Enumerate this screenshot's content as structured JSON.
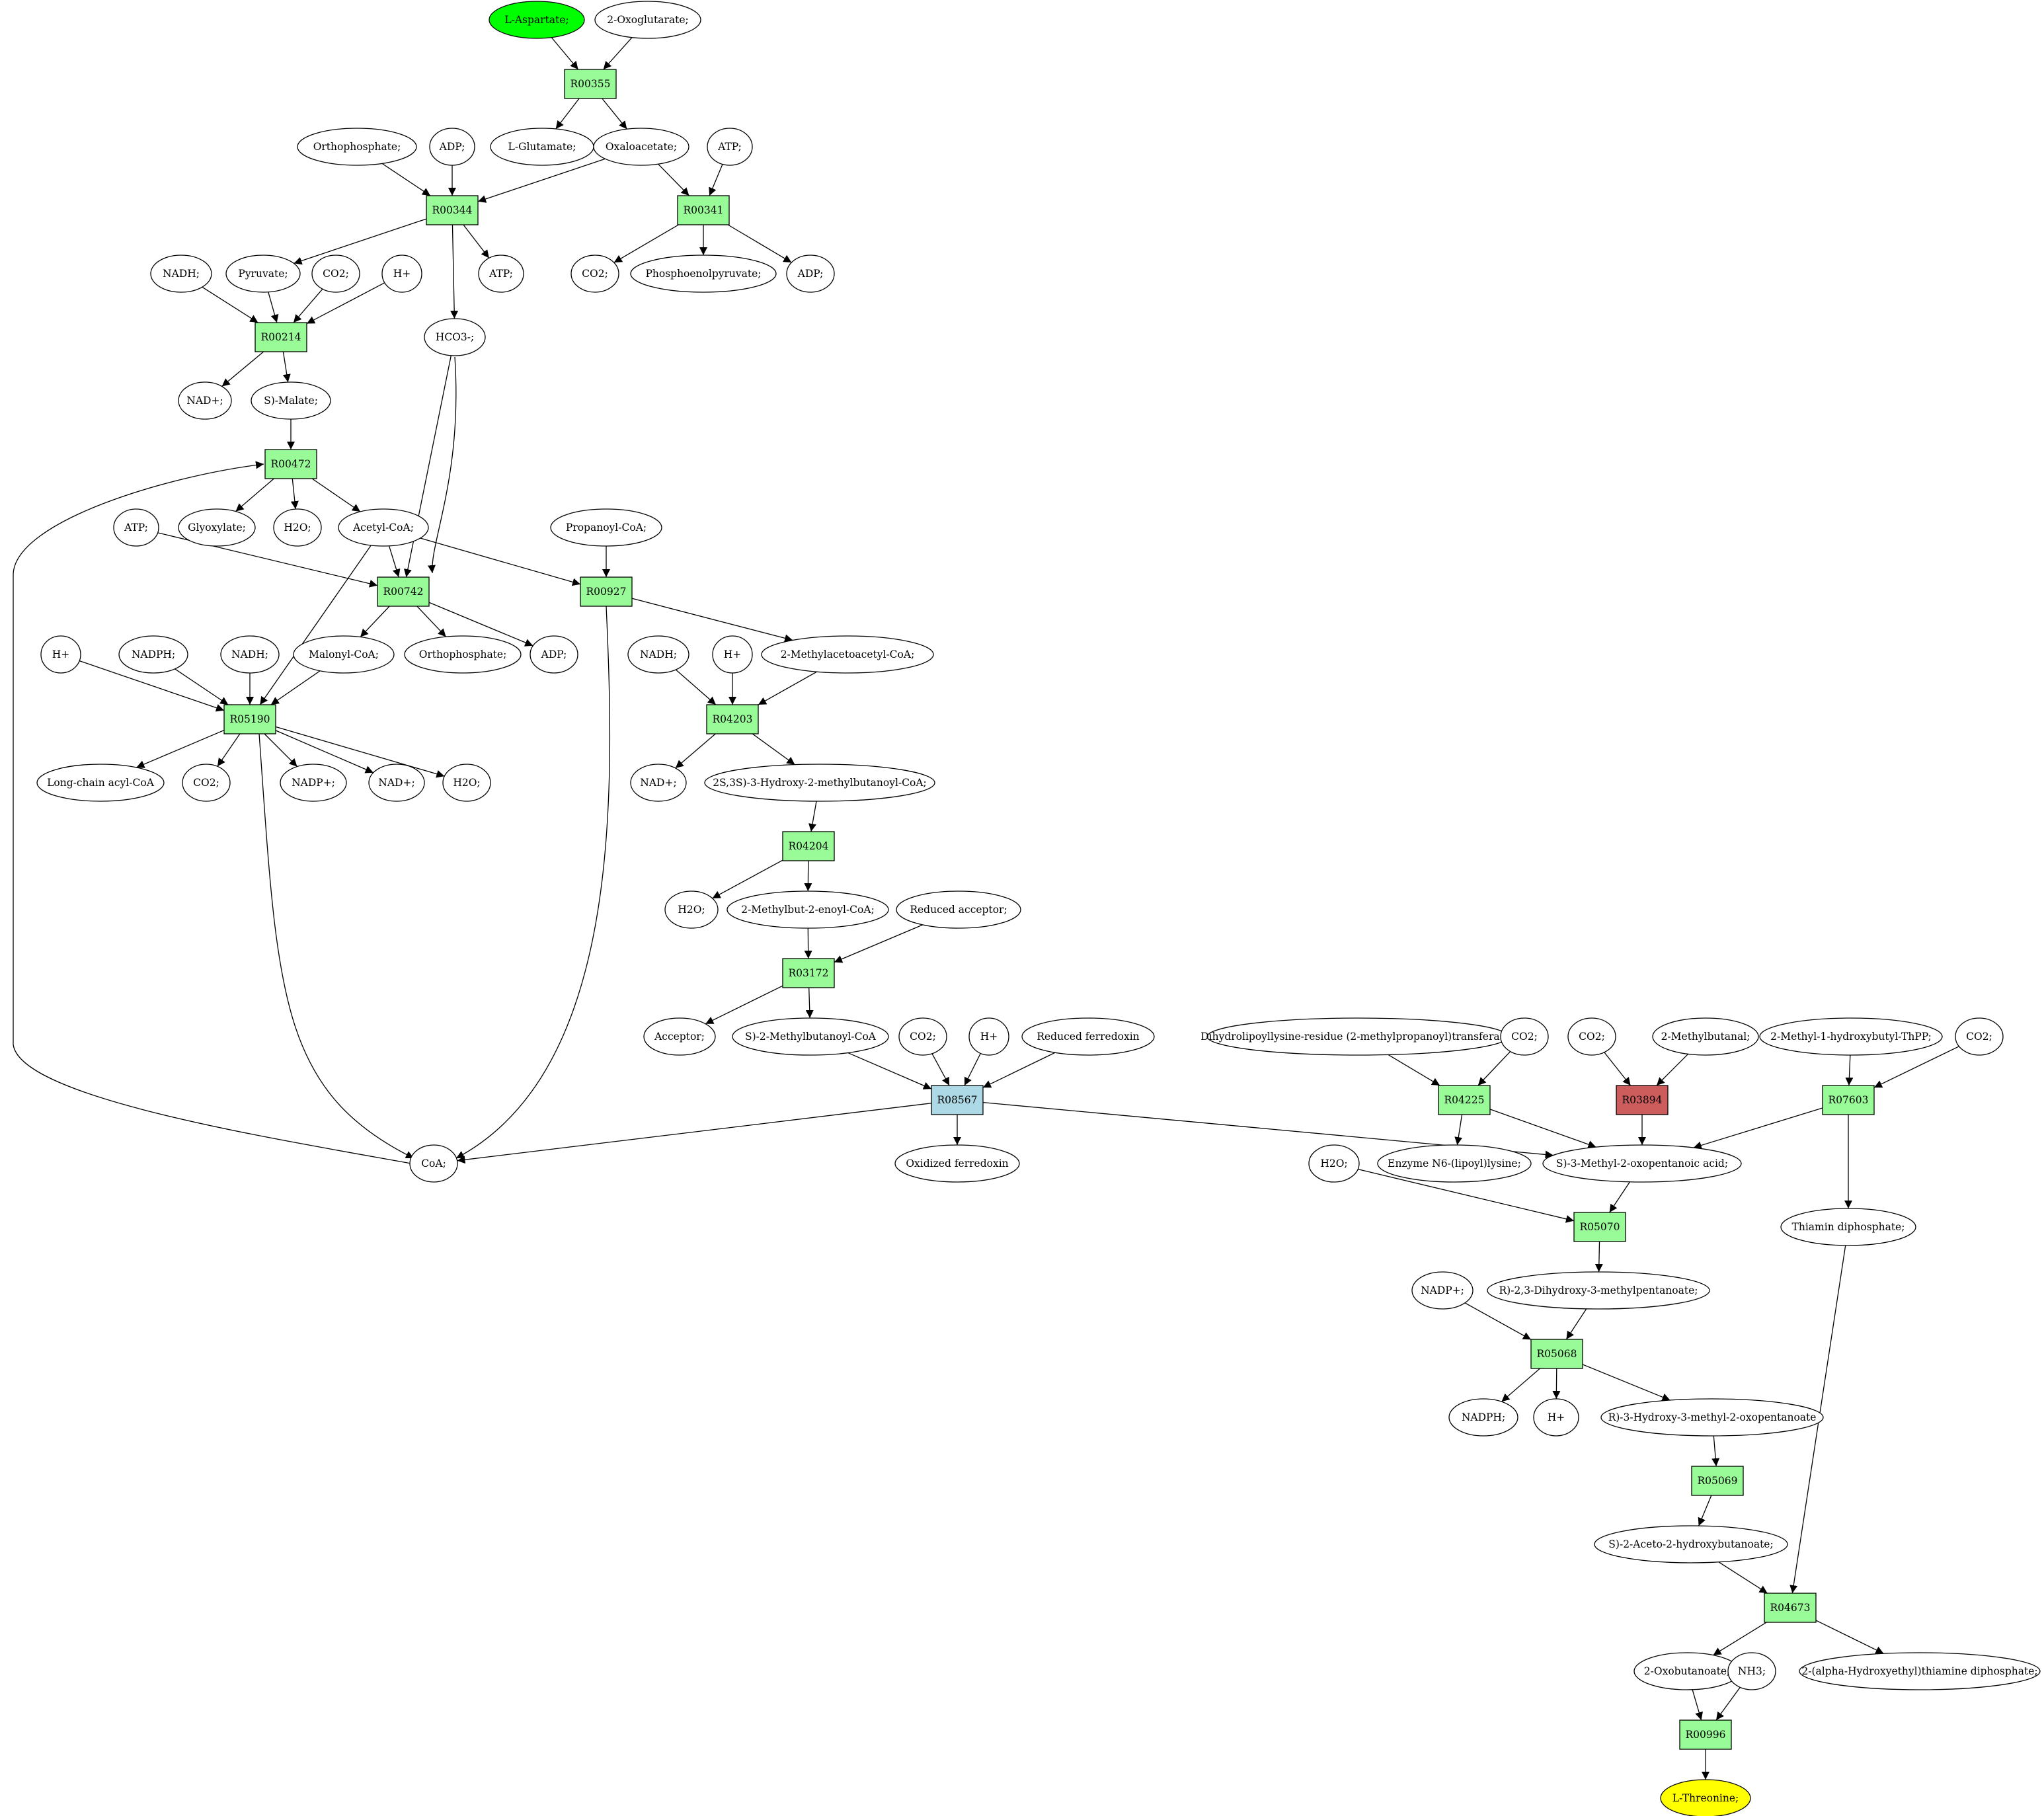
{
  "colors": {
    "reaction_default": "#98fb98",
    "reaction_blue": "#add8e6",
    "reaction_red": "#cd5c5c",
    "start_compound": "#00ff00",
    "end_compound": "#ffff00",
    "compound": "#ffffff",
    "stroke": "#000000"
  },
  "reactions": [
    {
      "id": "R00355",
      "label": "R00355"
    },
    {
      "id": "R00344",
      "label": "R00344"
    },
    {
      "id": "R00341",
      "label": "R00341"
    },
    {
      "id": "R00214",
      "label": "R00214"
    },
    {
      "id": "R00472",
      "label": "R00472"
    },
    {
      "id": "R00742",
      "label": "R00742"
    },
    {
      "id": "R00927",
      "label": "R00927"
    },
    {
      "id": "R05190",
      "label": "R05190"
    },
    {
      "id": "R04203",
      "label": "R04203"
    },
    {
      "id": "R04204",
      "label": "R04204"
    },
    {
      "id": "R03172",
      "label": "R03172"
    },
    {
      "id": "R08567",
      "label": "R08567",
      "color": "#add8e6"
    },
    {
      "id": "R04225",
      "label": "R04225"
    },
    {
      "id": "R03894",
      "label": "R03894",
      "color": "#cd5c5c"
    },
    {
      "id": "R07603",
      "label": "R07603"
    },
    {
      "id": "R05070",
      "label": "R05070"
    },
    {
      "id": "R05068",
      "label": "R05068"
    },
    {
      "id": "R05069",
      "label": "R05069"
    },
    {
      "id": "R04673",
      "label": "R04673"
    },
    {
      "id": "R00996",
      "label": "R00996"
    }
  ],
  "compounds": [
    {
      "id": "asp",
      "label": "L-Aspartate;",
      "color": "#00ff00"
    },
    {
      "id": "oxog",
      "label": "2-Oxoglutarate;"
    },
    {
      "id": "glu",
      "label": "L-Glutamate;"
    },
    {
      "id": "oaa",
      "label": "Oxaloacetate;"
    },
    {
      "id": "pi1",
      "label": "Orthophosphate;"
    },
    {
      "id": "adp1",
      "label": "ADP;"
    },
    {
      "id": "atp1",
      "label": "ATP;"
    },
    {
      "id": "atp2",
      "label": "ATP;"
    },
    {
      "id": "co2a",
      "label": "CO2;"
    },
    {
      "id": "pep",
      "label": "Phosphoenolpyruvate;"
    },
    {
      "id": "adp2",
      "label": "ADP;"
    },
    {
      "id": "nadh1",
      "label": "NADH;"
    },
    {
      "id": "pyr",
      "label": "Pyruvate;"
    },
    {
      "id": "co2b",
      "label": "CO2;"
    },
    {
      "id": "h1",
      "label": "H+"
    },
    {
      "id": "hco3",
      "label": "HCO3-;"
    },
    {
      "id": "nad1",
      "label": "NAD+;"
    },
    {
      "id": "mal",
      "label": "S)-Malate;"
    },
    {
      "id": "atp3",
      "label": "ATP;"
    },
    {
      "id": "glyox",
      "label": "Glyoxylate;"
    },
    {
      "id": "h2o1",
      "label": "H2O;"
    },
    {
      "id": "accoa",
      "label": "Acetyl-CoA;"
    },
    {
      "id": "propcoa",
      "label": "Propanoyl-CoA;"
    },
    {
      "id": "h2",
      "label": "H+"
    },
    {
      "id": "nadph1",
      "label": "NADPH;"
    },
    {
      "id": "nadh2",
      "label": "NADH;"
    },
    {
      "id": "malcoa",
      "label": "Malonyl-CoA;"
    },
    {
      "id": "pi2",
      "label": "Orthophosphate;"
    },
    {
      "id": "adp3",
      "label": "ADP;"
    },
    {
      "id": "nadh3",
      "label": "NADH;"
    },
    {
      "id": "h3",
      "label": "H+"
    },
    {
      "id": "macoa",
      "label": "2-Methylacetoacetyl-CoA;"
    },
    {
      "id": "lcacoa",
      "label": "Long-chain acyl-CoA"
    },
    {
      "id": "co2c",
      "label": "CO2;"
    },
    {
      "id": "nadp1",
      "label": "NADP+;"
    },
    {
      "id": "nad2",
      "label": "NAD+;"
    },
    {
      "id": "h2o2",
      "label": "H2O;"
    },
    {
      "id": "nad3",
      "label": "NAD+;"
    },
    {
      "id": "hmbcoa",
      "label": "2S,3S)-3-Hydroxy-2-methylbutanoyl-CoA;"
    },
    {
      "id": "h2o3",
      "label": "H2O;"
    },
    {
      "id": "mbecoa",
      "label": "2-Methylbut-2-enoyl-CoA;"
    },
    {
      "id": "redacc",
      "label": "Reduced acceptor;"
    },
    {
      "id": "acc",
      "label": "Acceptor;"
    },
    {
      "id": "smbcoa",
      "label": "S)-2-Methylbutanoyl-CoA"
    },
    {
      "id": "co2d",
      "label": "CO2;"
    },
    {
      "id": "h4",
      "label": "H+"
    },
    {
      "id": "redfd",
      "label": "Reduced ferredoxin"
    },
    {
      "id": "dhlip",
      "label": "Dihydrolipoyllysine-residue (2-methylpropanoyl)transferase]"
    },
    {
      "id": "co2e",
      "label": "CO2;"
    },
    {
      "id": "co2f",
      "label": "CO2;"
    },
    {
      "id": "mbal",
      "label": "2-Methylbutanal;"
    },
    {
      "id": "mhbtpp",
      "label": "2-Methyl-1-hydroxybutyl-ThPP;"
    },
    {
      "id": "co2g",
      "label": "CO2;"
    },
    {
      "id": "coa",
      "label": "CoA;"
    },
    {
      "id": "oxfd",
      "label": "Oxidized ferredoxin"
    },
    {
      "id": "h2o4",
      "label": "H2O;"
    },
    {
      "id": "enzlip",
      "label": "Enzyme N6-(lipoyl)lysine;"
    },
    {
      "id": "smop",
      "label": "S)-3-Methyl-2-oxopentanoic acid;"
    },
    {
      "id": "tdp",
      "label": "Thiamin diphosphate;"
    },
    {
      "id": "nadp2",
      "label": "NADP+;"
    },
    {
      "id": "dhmp",
      "label": "R)-2,3-Dihydroxy-3-methylpentanoate;"
    },
    {
      "id": "nadph2",
      "label": "NADPH;"
    },
    {
      "id": "h5",
      "label": "H+"
    },
    {
      "id": "hmop",
      "label": "R)-3-Hydroxy-3-methyl-2-oxopentanoate"
    },
    {
      "id": "ahb",
      "label": "S)-2-Aceto-2-hydroxybutanoate;"
    },
    {
      "id": "oxb",
      "label": "2-Oxobutanoate;"
    },
    {
      "id": "nh3",
      "label": "NH3;"
    },
    {
      "id": "hetpp",
      "label": "2-(alpha-Hydroxyethyl)thiamine diphosphate;"
    },
    {
      "id": "thr",
      "label": "L-Threonine;",
      "color": "#ffff00"
    }
  ]
}
